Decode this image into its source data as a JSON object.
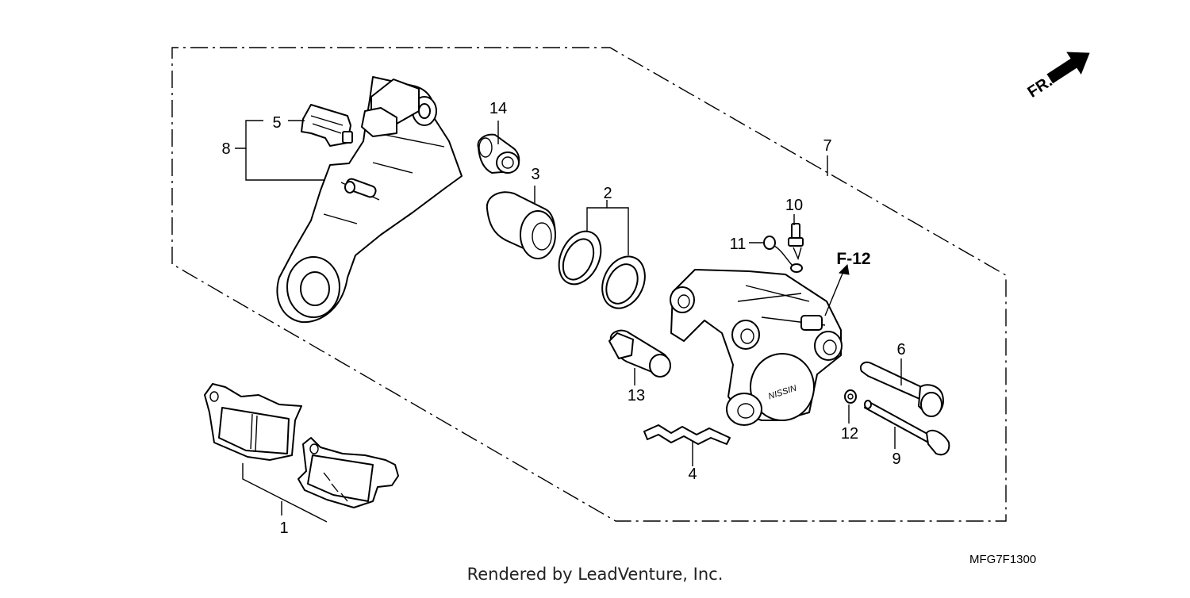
{
  "diagram": {
    "callouts": {
      "c1": "1",
      "c2": "2",
      "c3": "3",
      "c4": "4",
      "c5": "5",
      "c6": "6",
      "c7": "7",
      "c8": "8",
      "c9": "9",
      "c10": "10",
      "c11": "11",
      "c12": "12",
      "c13": "13",
      "c14": "14"
    },
    "reference_label": "F-12",
    "direction_label": "FR.",
    "caliper_logo": "NISSIN",
    "diagram_code": "MFG7F1300"
  },
  "footer": {
    "credit": "Rendered by LeadVenture, Inc."
  }
}
